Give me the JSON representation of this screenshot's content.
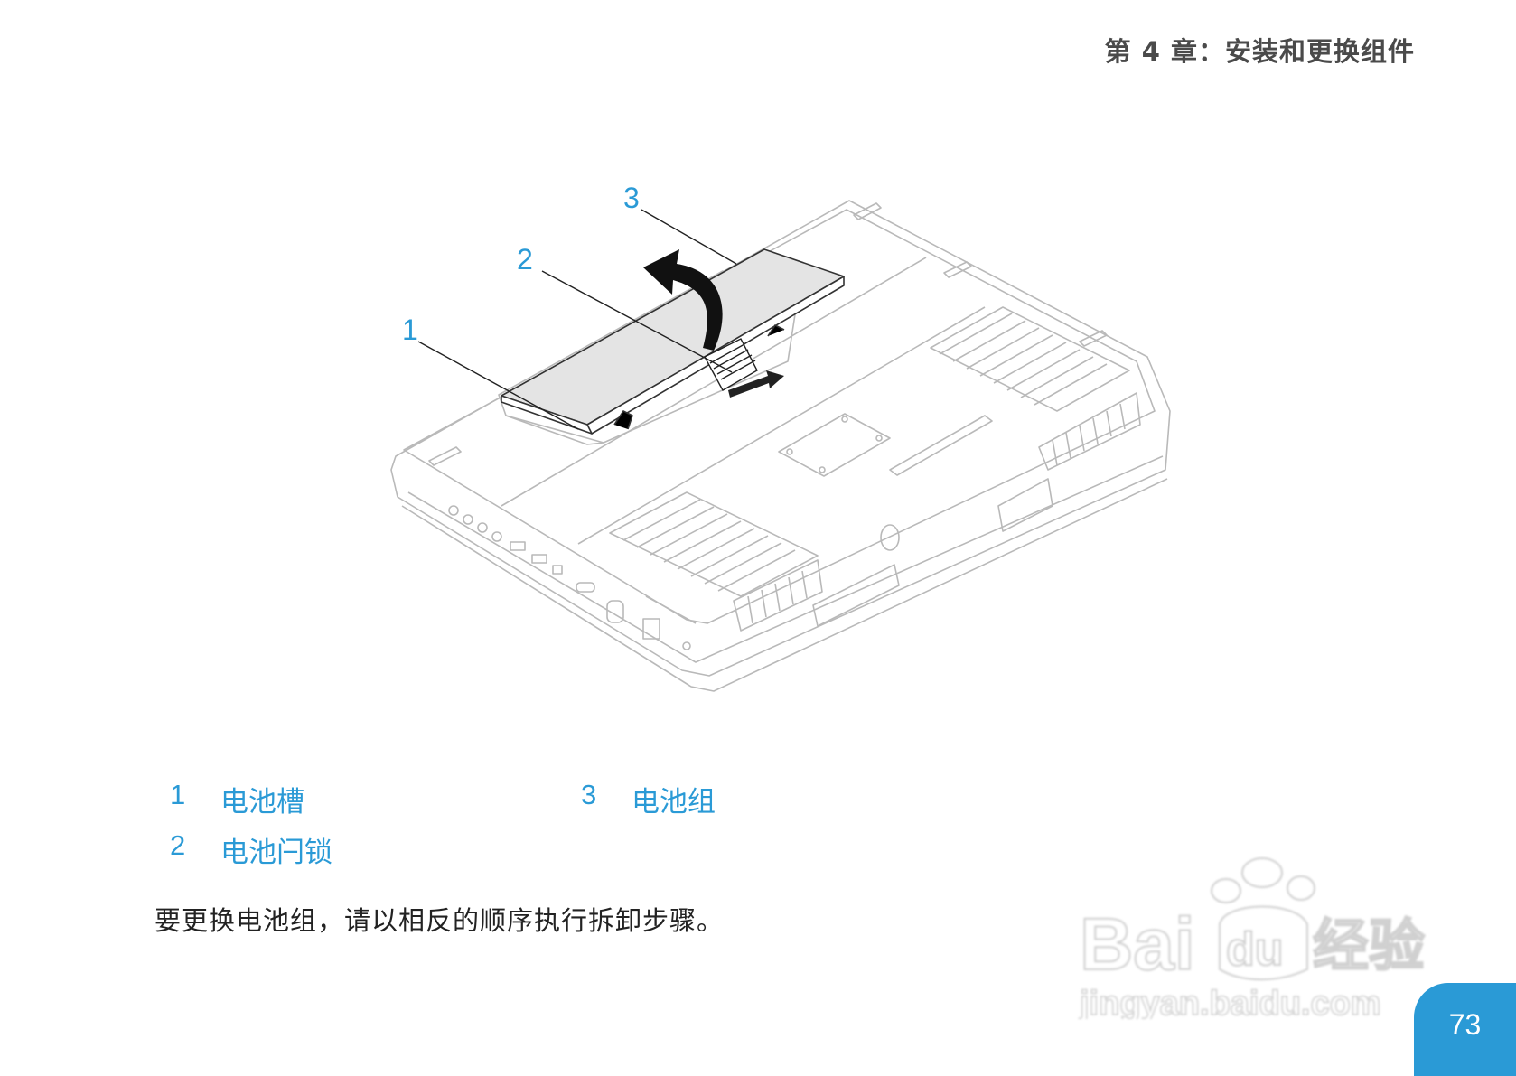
{
  "header": {
    "chapter_title": "第 4 章：安装和更换组件"
  },
  "figure": {
    "callouts": [
      "1",
      "2",
      "3"
    ]
  },
  "legend": [
    {
      "number": "1",
      "label": "电池槽"
    },
    {
      "number": "2",
      "label": "电池闩锁"
    },
    {
      "number": "3",
      "label": "电池组"
    }
  ],
  "instruction_text": "要更换电池组，请以相反的顺序执行拆卸步骤。",
  "watermark": {
    "brand": "Bai",
    "brand2": "du",
    "cn": "经验",
    "url": "jingyan.baidu.com"
  },
  "page": {
    "number": "73"
  },
  "colors": {
    "accent": "#2a9ad6",
    "text": "#222222",
    "header": "#4a4a4a"
  }
}
